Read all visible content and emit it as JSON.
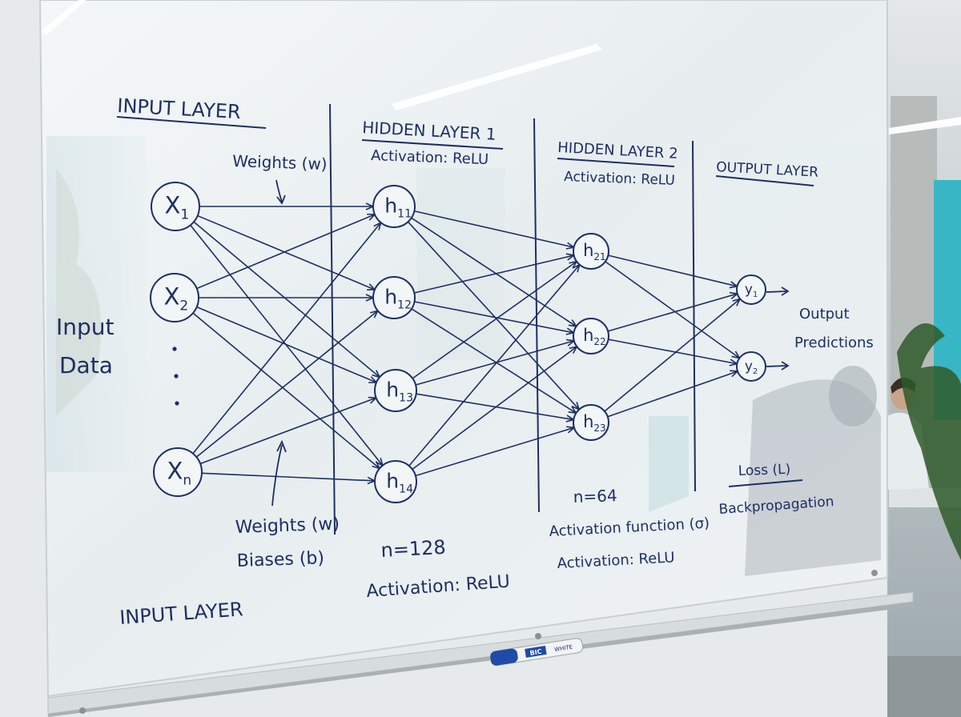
{
  "board": {
    "input_layer_title": "INPUT LAYER",
    "input_layer_footer": "INPUT LAYER",
    "input_data_line1": "Input",
    "input_data_line2": "Data",
    "weights_top": "Weights (w)",
    "weights_bottom": "Weights (w)",
    "biases": "Biases (b)",
    "hidden1_title": "HIDDEN LAYER 1",
    "hidden1_activation": "Activation: ReLU",
    "hidden1_n": "n=128",
    "hidden1_activation_note": "Activation: ReLU",
    "hidden2_title": "HIDDEN LAYER 2",
    "hidden2_activation": "Activation: ReLU",
    "hidden2_n": "n=64",
    "hidden2_activation_function": "Activation function (σ)",
    "hidden2_activation_note": "Activation: ReLU",
    "output_title": "OUTPUT LAYER",
    "output_line1": "Output",
    "output_line2": "Predictions",
    "loss": "Loss (L)",
    "backprop": "Backpropagation",
    "input_nodes": [
      {
        "base": "X",
        "sub": "1"
      },
      {
        "base": "X",
        "sub": "2"
      },
      {
        "base": "X",
        "sub": "n"
      }
    ],
    "hidden1_nodes": [
      {
        "base": "h",
        "sub": "11"
      },
      {
        "base": "h",
        "sub": "12"
      },
      {
        "base": "h",
        "sub": "13"
      },
      {
        "base": "h",
        "sub": "14"
      }
    ],
    "hidden2_nodes": [
      {
        "base": "h",
        "sub": "21"
      },
      {
        "base": "h",
        "sub": "22"
      },
      {
        "base": "h",
        "sub": "23"
      }
    ],
    "output_nodes": [
      {
        "base": "y",
        "sub": "1"
      },
      {
        "base": "y",
        "sub": "2"
      }
    ]
  },
  "marker": {
    "brand": "BIC",
    "label": "WHITE"
  },
  "colors": {
    "ink": "#1e2f63",
    "marker_cap": "#1f4aa8",
    "wall": "#e8ecec",
    "accent_wall": "#39b6c6"
  }
}
